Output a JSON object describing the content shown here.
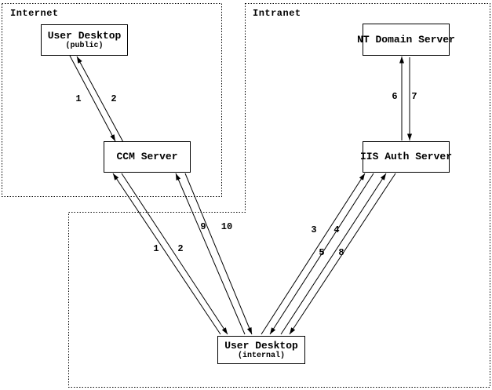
{
  "diagram": {
    "zones": {
      "internet": {
        "label": "Internet"
      },
      "intranet": {
        "label": "Intranet"
      }
    },
    "nodes": {
      "user_desktop_public": {
        "title": "User Desktop",
        "subtitle": "(public)"
      },
      "ccm_server": {
        "title": "CCM Server"
      },
      "nt_domain_server": {
        "title": "NT Domain Server"
      },
      "iis_auth_server": {
        "title": "IIS Auth Server"
      },
      "user_desktop_internal": {
        "title": "User Desktop",
        "subtitle": "(internal)"
      }
    },
    "edges": [
      {
        "label": "1",
        "from": "User Desktop (public)",
        "to": "CCM Server"
      },
      {
        "label": "2",
        "from": "CCM Server",
        "to": "User Desktop (public)"
      },
      {
        "label": "1",
        "from": "User Desktop (internal)",
        "to": "CCM Server"
      },
      {
        "label": "2",
        "from": "CCM Server",
        "to": "User Desktop (internal)"
      },
      {
        "label": "9",
        "from": "User Desktop (internal)",
        "to": "CCM Server"
      },
      {
        "label": "10",
        "from": "CCM Server",
        "to": "User Desktop (internal)"
      },
      {
        "label": "3",
        "from": "User Desktop (internal)",
        "to": "IIS Auth Server"
      },
      {
        "label": "4",
        "from": "IIS Auth Server",
        "to": "User Desktop (internal)"
      },
      {
        "label": "5",
        "from": "User Desktop (internal)",
        "to": "IIS Auth Server"
      },
      {
        "label": "8",
        "from": "IIS Auth Server",
        "to": "User Desktop (internal)"
      },
      {
        "label": "6",
        "from": "IIS Auth Server",
        "to": "NT Domain Server"
      },
      {
        "label": "7",
        "from": "NT Domain Server",
        "to": "IIS Auth Server"
      }
    ],
    "colors": {
      "foreground": "#000000",
      "background": "#ffffff"
    }
  }
}
